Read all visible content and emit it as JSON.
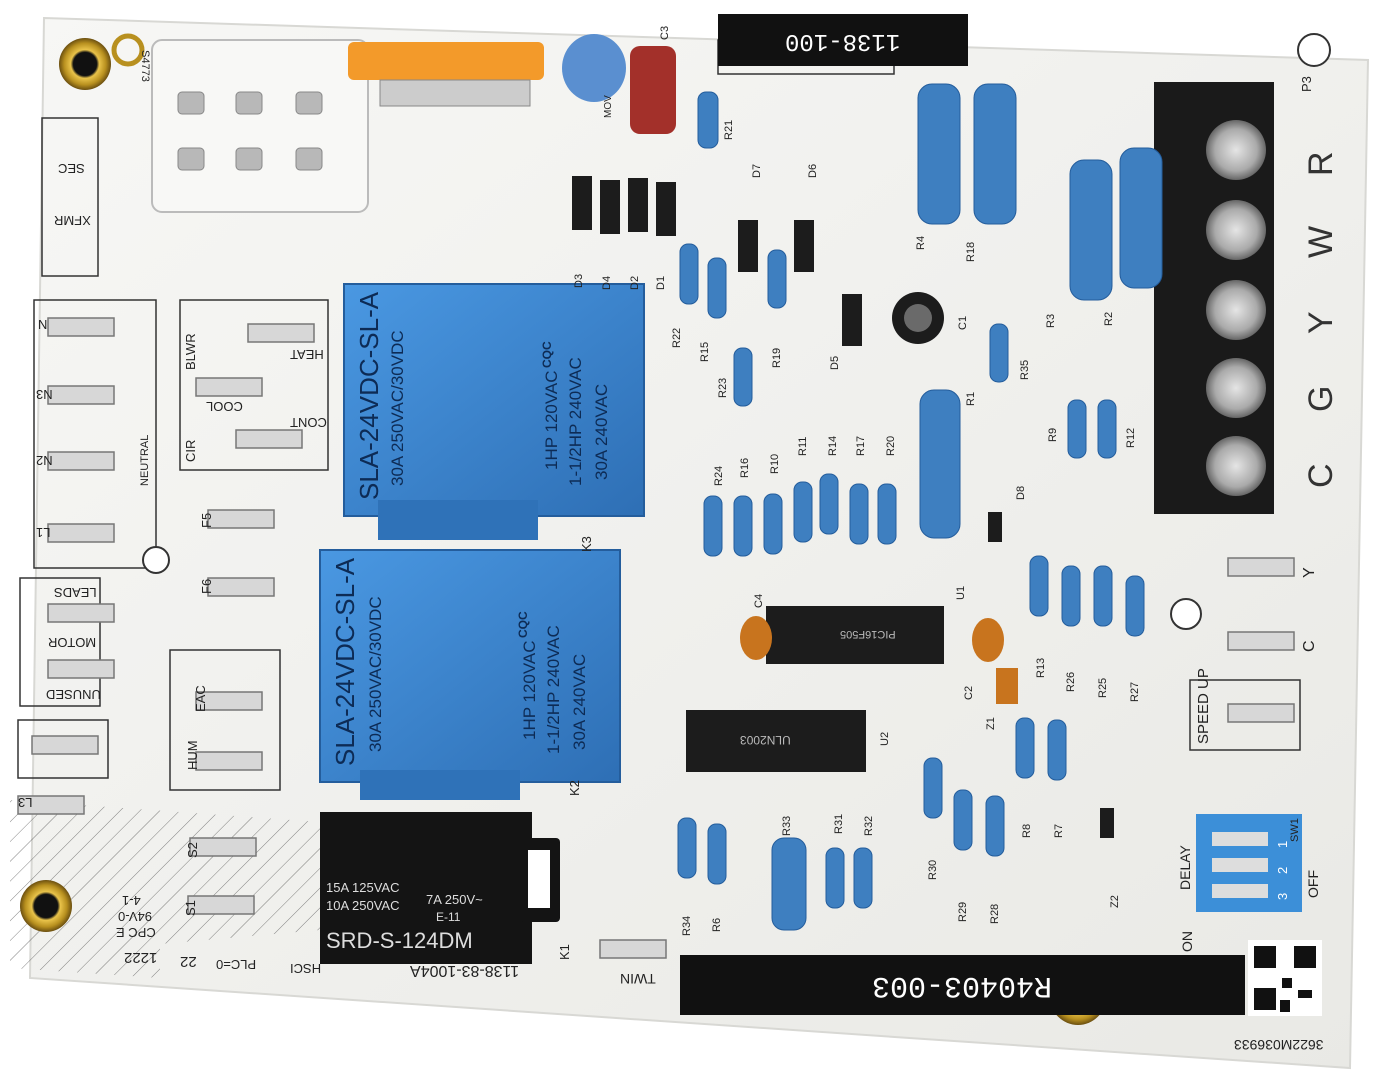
{
  "board": {
    "top_banner": "1138-100",
    "bottom_banner": "R40403-003",
    "serial": "3622M036933",
    "part_code": "1138-83-1004A",
    "bottom_small": [
      "HSCI",
      "PLC=0",
      "22",
      "1222",
      "CPC E",
      "94V-0",
      "4-1"
    ]
  },
  "terminals_left": [
    "SEC",
    "XFMR",
    "N",
    "N3",
    "N2",
    "L1",
    "LEADS",
    "MOTOR",
    "UNUSED",
    "L3"
  ],
  "terminals_mid": [
    "BLWR",
    "HEAT",
    "COOL",
    "CONT",
    "CIR",
    "F5",
    "F6",
    "EAC",
    "HUM",
    "S2",
    "S1"
  ],
  "neutral_label": "NEUTRAL",
  "connector_label": "S4773",
  "relays": {
    "k3": {
      "model": "SLA-24VDC-SL-A",
      "rating": "30A  250VAC/30VDC",
      "line1": "1HP 120VAC",
      "line2": "1-1/2HP 240VAC",
      "line3": "30A  240VAC",
      "logo": "CQC",
      "ref": "K3"
    },
    "k2": {
      "model": "SLA-24VDC-SL-A",
      "rating": "30A  250VAC/30VDC",
      "line1": "1HP 120VAC",
      "line2": "1-1/2HP 240VAC",
      "line3": "30A  240VAC",
      "logo": "CQC",
      "ref": "K2"
    },
    "k1": {
      "line1": "15A 125VAC",
      "line2": "10A 250VAC",
      "line3": "7A 250V~",
      "line4": "E-11",
      "model": "SRD-S-124DM",
      "ref": "K1"
    }
  },
  "terminal_block": {
    "ref": "P3",
    "labels": [
      "R",
      "W",
      "Y",
      "G",
      "C"
    ]
  },
  "right_terminals": [
    "Y",
    "C",
    "SPEED UP"
  ],
  "dip_switch": {
    "ref": "SW1",
    "label_left": "DELAY",
    "on": "ON",
    "off": "OFF",
    "numbers": [
      "1",
      "2",
      "3"
    ]
  },
  "twin_label": "TWIN",
  "component_refs": [
    "R21",
    "D3",
    "D4",
    "D2",
    "D1",
    "D7",
    "D6",
    "R22",
    "R15",
    "R19",
    "R23",
    "D5",
    "C1",
    "R4",
    "R18",
    "R3",
    "R2",
    "R35",
    "R1",
    "R9",
    "R12",
    "R24",
    "R16",
    "R10",
    "R11",
    "R14",
    "R17",
    "R20",
    "D8",
    "C4",
    "U1",
    "C2",
    "Z1",
    "R13",
    "R26",
    "R25",
    "R27",
    "U2",
    "R8",
    "R7",
    "R30",
    "R29",
    "R28",
    "Z2",
    "R34",
    "R6",
    "R33",
    "R31",
    "R32",
    "C3",
    "MOV"
  ],
  "ic_marks": {
    "u1": "PIC16F505",
    "u2": "ULN2003"
  },
  "colors": {
    "pcb": "#f2f2ef",
    "relay_blue": "#3b86d1",
    "resistor_blue": "#3e7fc0",
    "fuse_orange": "#f39a2a",
    "banner": "#111111"
  }
}
